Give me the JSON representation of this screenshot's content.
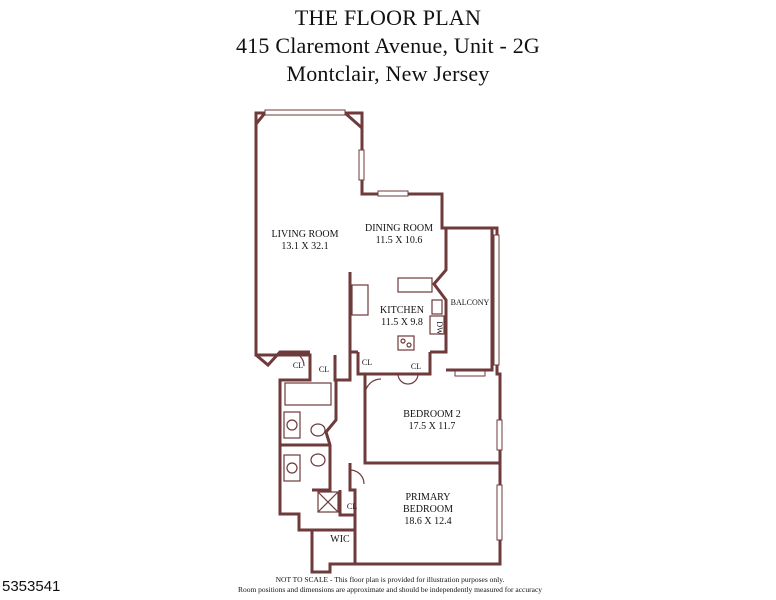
{
  "header": {
    "line1": "THE FLOOR PLAN",
    "line2": "415 Claremont Avenue, Unit - 2G",
    "line3": "Montclair, New Jersey"
  },
  "rooms": {
    "living": {
      "name": "LIVING ROOM",
      "dims": "13.1 X 32.1"
    },
    "dining": {
      "name": "DINING ROOM",
      "dims": "11.5 X 10.6"
    },
    "kitchen": {
      "name": "KITCHEN",
      "dims": "11.5 X 9.8"
    },
    "balcony": {
      "name": "BALCONY"
    },
    "bedroom2": {
      "name": "BEDROOM 2",
      "dims": "17.5 X 11.7"
    },
    "primary": {
      "name1": "PRIMARY",
      "name2": "BEDROOM",
      "dims": "18.6 X 12.4"
    }
  },
  "fixtures": {
    "closet": "CL",
    "walk_in_closet": "WIC",
    "dishwasher": "DW"
  },
  "footer": {
    "line1": "NOT TO SCALE - This floor plan is provided for illustration purposes only.",
    "line2": "Room positions and dimensions are approximate and should be independently measured for accuracy"
  },
  "listing_id": "5353541",
  "colors": {
    "wall": "#6e3a3a",
    "text": "#111111",
    "background": "#ffffff"
  }
}
